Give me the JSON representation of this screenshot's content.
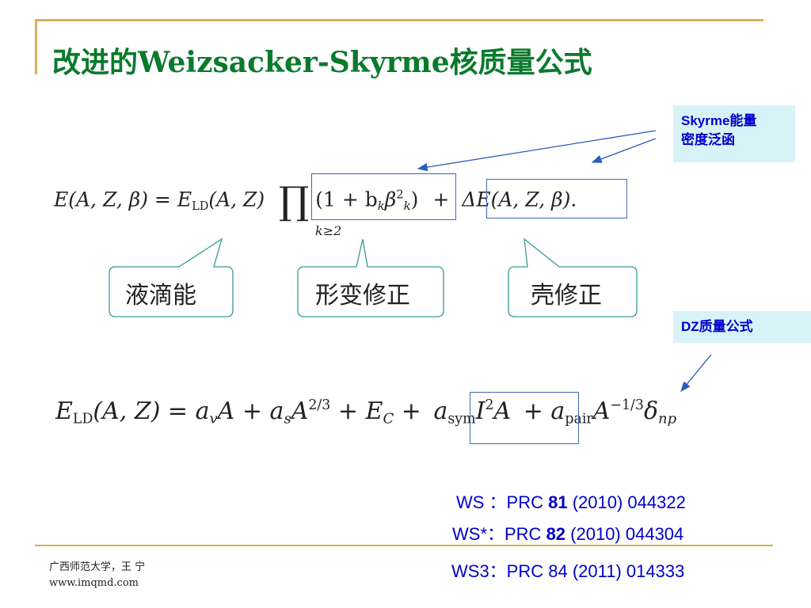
{
  "title": "改进的Weizsacker-Skyrme核质量公式",
  "notes": {
    "skyrme_line1": "Skyrme能量",
    "skyrme_line2": "密度泛函",
    "dz": "DZ质量公式"
  },
  "callouts": {
    "liquid_drop": "液滴能",
    "deformation": "形变修正",
    "shell": "壳修正"
  },
  "formula1": {
    "lhs": "E(A, Z, β) = E",
    "lhs_sub": "LD",
    "lhs2": "(A, Z)",
    "prod_symbol": "∏",
    "prod_body": "(1 + b",
    "prod_sub_k": "k",
    "prod_beta": "β",
    "prod_sup": "2",
    "prod_sub": "k",
    "prod_close": ")",
    "prod_under": "k≥2",
    "plus": "+",
    "delta": "ΔE(A, Z, β)",
    "end": "."
  },
  "formula2": {
    "e": "E",
    "e_sub": "LD",
    "args": "(A, Z) = a",
    "av_sub": "v",
    "a1": "A + a",
    "as_sub": "s",
    "a2": "A",
    "a2_sup": "2/3",
    "ec": " + E",
    "ec_sub": "C",
    "plus": " + ",
    "asym": "a",
    "asym_sub": "sym",
    "i2": "I",
    "i2_sup": "2",
    "a3": "A",
    "pair_plus": " + a",
    "pair_sub": "pair",
    "a4": "A",
    "a4_sup": "−1/3",
    "delta": "δ",
    "delta_sub": "np"
  },
  "references": {
    "ref1_pre": "WS ：PRC ",
    "ref1_vol": "81",
    "ref1_post": " (2010) 044322",
    "ref2_pre": "WS*：PRC ",
    "ref2_vol": "82",
    "ref2_post": " (2010) 044304",
    "ref3": "WS3：PRC 84 (2011) 014333"
  },
  "footer": {
    "line1": "广西师范大学，王 宁",
    "line2": "www.imqmd.com"
  },
  "colors": {
    "title": "#0A7A2C",
    "note_bg": "#D8F3F7",
    "note_text": "#0000CC",
    "frame": "#D6B05C",
    "callout_border": "#3A9A95",
    "box": "#3D6BB5"
  }
}
